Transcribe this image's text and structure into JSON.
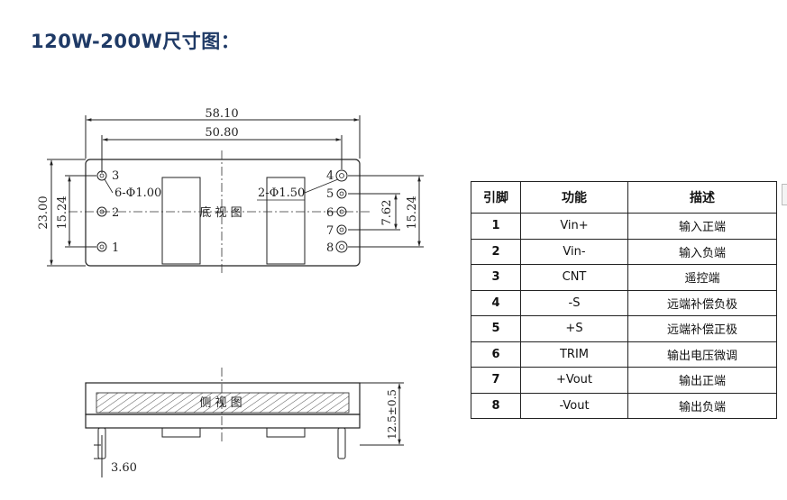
{
  "title": "120W-200W尺寸图：",
  "top_view": {
    "dim_total_width": "58.10",
    "dim_pin_span": "50.80",
    "dim_height": "23.00",
    "dim_pin_pitch_left": "15.24",
    "dim_pin_pitch_right": "15.24",
    "dim_signal_pitch": "7.62",
    "hole_small_label": "6-Φ1.00",
    "hole_large_label": "2-Φ1.50",
    "view_label": "底 视 图",
    "pin_numbers_left": [
      "3",
      "2",
      "1"
    ],
    "pin_numbers_right": [
      "4",
      "5",
      "6",
      "7",
      "8"
    ]
  },
  "side_view": {
    "dim_height": "12.5±0.5",
    "dim_pin_length": "3.60",
    "view_label": "侧 视 图"
  },
  "pin_table": {
    "headers": [
      "引脚",
      "功能",
      "描述"
    ],
    "rows": [
      {
        "pin": "1",
        "func": "Vin+",
        "desc": "输入正端"
      },
      {
        "pin": "2",
        "func": "Vin-",
        "desc": "输入负端"
      },
      {
        "pin": "3",
        "func": "CNT",
        "desc": "遥控端"
      },
      {
        "pin": "4",
        "func": "-S",
        "desc": "远端补偿负极"
      },
      {
        "pin": "5",
        "func": "+S",
        "desc": "远端补偿正极"
      },
      {
        "pin": "6",
        "func": "TRIM",
        "desc": "输出电压微调"
      },
      {
        "pin": "7",
        "func": "+Vout",
        "desc": "输出正端"
      },
      {
        "pin": "8",
        "func": "-Vout",
        "desc": "输出负端"
      }
    ]
  }
}
